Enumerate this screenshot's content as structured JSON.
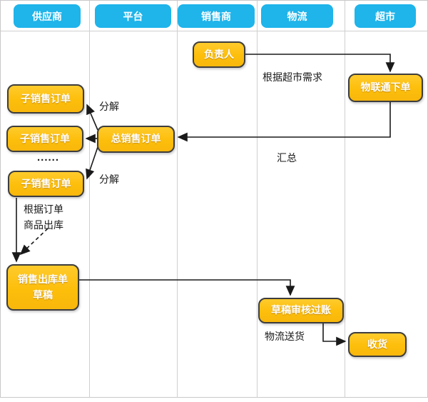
{
  "lanes": [
    {
      "label": "供应商"
    },
    {
      "label": "平台"
    },
    {
      "label": "销售商"
    },
    {
      "label": "物流"
    },
    {
      "label": "超市"
    }
  ],
  "nodes": {
    "manager": {
      "label": "负责人"
    },
    "iot_order": {
      "label": "物联通下单"
    },
    "total_order": {
      "label": "总销售订单"
    },
    "sub_order_1": {
      "label": "子销售订单"
    },
    "sub_order_2": {
      "label": "子销售订单"
    },
    "sub_order_3": {
      "label": "子销售订单"
    },
    "outbound_draft": {
      "line1": "销售出库单",
      "line2": "草稿"
    },
    "draft_posting": {
      "label": "草稿审核过账"
    },
    "receive": {
      "label": "收货"
    }
  },
  "annotations": {
    "per_demand": "根据超市需求",
    "decompose_1": "分解",
    "decompose_2": "分解",
    "ellipsis": "......",
    "aggregate": "汇总",
    "per_order": "根据订单",
    "goods_out": "商品出库",
    "delivery": "物流送货"
  },
  "colors": {
    "lane_header": "#1FB4EA",
    "node_fill": "#FFC115",
    "node_border": "#3D3D3D",
    "arrow": "#1A1A1A",
    "grid_line": "#CCCCCC"
  }
}
